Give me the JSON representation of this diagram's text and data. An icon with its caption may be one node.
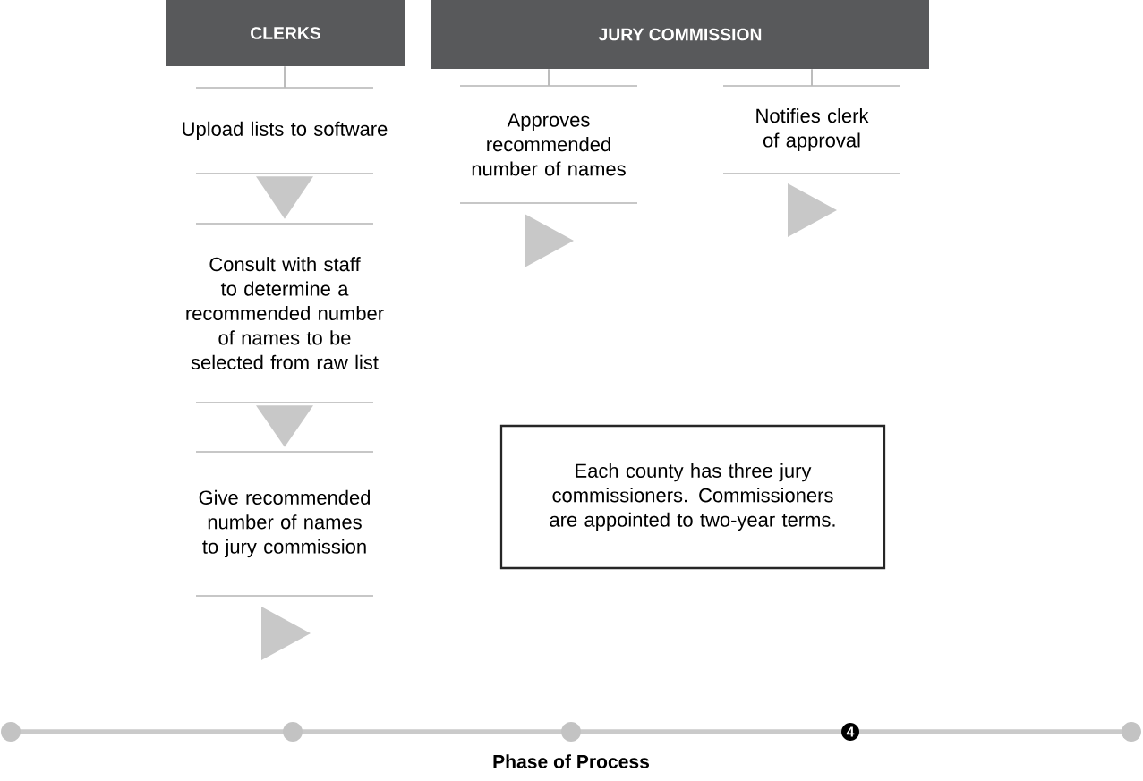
{
  "diagram": {
    "nodes": [
      {
        "text": [
          "CLERKS"
        ]
      },
      {
        "text": [
          "JURY COMMISSION"
        ]
      },
      {
        "text": [
          "Upload lists to software"
        ]
      },
      {
        "text": [
          "Approves recommended number of names"
        ]
      },
      {
        "text": [
          "Notifies clerk of approval"
        ]
      },
      {
        "text": [
          "Consult with staff to determine a recommended number of names to be selected from raw list"
        ]
      },
      {
        "text": [
          "Give recommended number of names to jury commission"
        ]
      },
      {
        "text": [
          "Each county has three jury commissioners. Commissioners are appointed to two-year terms."
        ]
      }
    ],
    "edges": [
      {
        "from": 0,
        "to": 2,
        "arrow": "none"
      },
      {
        "from": 1,
        "to": 3,
        "arrow": "none"
      },
      {
        "from": 1,
        "to": 4,
        "arrow": "none"
      },
      {
        "from": 2,
        "to": 5,
        "arrow": "to"
      },
      {
        "from": 5,
        "to": 6,
        "arrow": "to"
      }
    ],
    "labels": [
      "4",
      "Phase of Process"
    ]
  }
}
